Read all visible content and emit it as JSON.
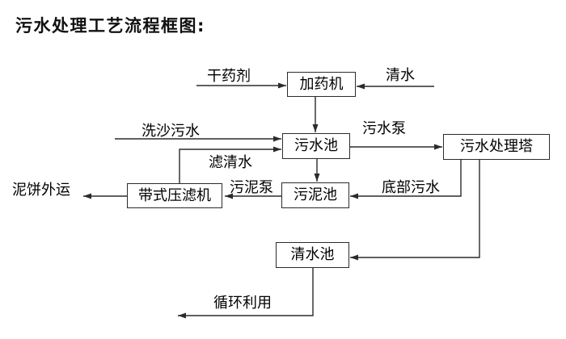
{
  "title": "污水处理工艺流程框图:",
  "nodes": {
    "dosing_machine": "加药机",
    "sewage_pool": "污水池",
    "treatment_tower": "污水处理塔",
    "sludge_pool": "污泥池",
    "belt_filter_press": "带式压滤机",
    "clean_water_pool": "清水池"
  },
  "labels": {
    "dry_agent": "干药剂",
    "clean_water": "清水",
    "sand_washing_sewage": "洗沙污水",
    "filtered_water": "滤清水",
    "sewage_pump": "污水泵",
    "bottom_sewage": "底部污水",
    "sludge_pump": "污泥泵",
    "mud_cake_out": "泥饼外运",
    "recycling": "循环利用"
  },
  "edges": [
    {
      "from": "external",
      "to": "加药机",
      "label": "干药剂"
    },
    {
      "from": "external",
      "to": "加药机",
      "label": "清水"
    },
    {
      "from": "加药机",
      "to": "污水池",
      "label": ""
    },
    {
      "from": "external",
      "to": "污水池",
      "label": "洗沙污水"
    },
    {
      "from": "带式压滤机",
      "to": "污水池",
      "label": "滤清水"
    },
    {
      "from": "污水池",
      "to": "污水处理塔",
      "label": "污水泵"
    },
    {
      "from": "污水池",
      "to": "污泥池",
      "label": ""
    },
    {
      "from": "污水处理塔",
      "to": "污泥池",
      "label": "底部污水"
    },
    {
      "from": "污泥池",
      "to": "带式压滤机",
      "label": "污泥泵"
    },
    {
      "from": "带式压滤机",
      "to": "external",
      "label": "泥饼外运"
    },
    {
      "from": "污水处理塔",
      "to": "清水池",
      "label": ""
    },
    {
      "from": "清水池",
      "to": "external",
      "label": "循环利用"
    }
  ],
  "colors": {
    "background": "#ffffff",
    "line": "#2b2b2b",
    "text": "#000000"
  }
}
